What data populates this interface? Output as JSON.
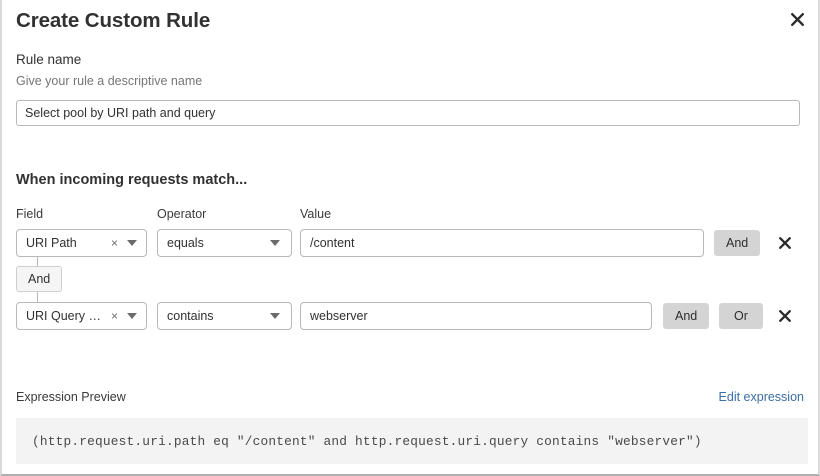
{
  "dialog": {
    "title": "Create Custom Rule",
    "close_icon": "close-icon"
  },
  "rule_name": {
    "label": "Rule name",
    "help": "Give your rule a descriptive name",
    "value": "Select pool by URI path and query",
    "placeholder": ""
  },
  "match_section": {
    "heading": "When incoming requests match...",
    "columns": {
      "field": "Field",
      "operator": "Operator",
      "value": "Value"
    },
    "conditions": [
      {
        "field": "URI Path",
        "operator": "equals",
        "value": "/content",
        "clear_glyph": "×",
        "buttons": [
          "And"
        ],
        "delete_icon": "close-icon"
      },
      {
        "field": "URI Query St...",
        "operator": "contains",
        "value": "webserver",
        "clear_glyph": "×",
        "buttons": [
          "And",
          "Or"
        ],
        "delete_icon": "close-icon"
      }
    ],
    "connector_label": "And"
  },
  "expression": {
    "label": "Expression Preview",
    "edit_link": "Edit expression",
    "text": "(http.request.uri.path eq \"/content\" and http.request.uri.query contains \"webserver\")"
  },
  "colors": {
    "text": "#313131",
    "muted": "#767676",
    "border": "#b8b8b8",
    "button_grey": "#d4d4d4",
    "link_blue": "#3a6ea5",
    "code_bg": "#f3f3f3"
  }
}
